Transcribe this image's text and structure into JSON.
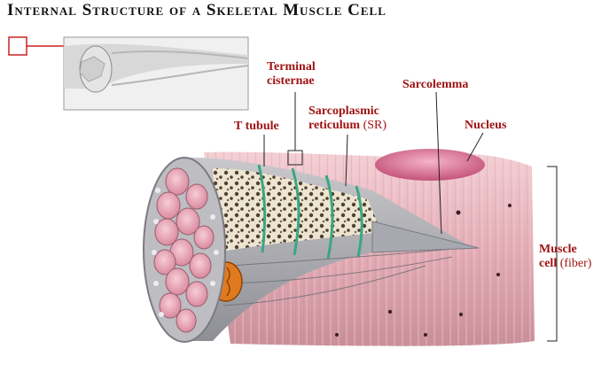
{
  "title": "Internal Structure of a Skeletal Muscle Cell",
  "labels": {
    "terminal_cisternae_1": "Terminal",
    "terminal_cisternae_2": "cisternae",
    "sarcolemma": "Sarcolemma",
    "t_tubule": "T tubule",
    "sr_1": "Sarcoplasmic",
    "sr_2": "reticulum",
    "sr_3": "(SR)",
    "nucleus": "Nucleus",
    "muscle_cell_1": "Muscle",
    "muscle_cell_2": "cell",
    "muscle_cell_3": "(fiber)"
  },
  "colors": {
    "label": "#a01313",
    "sarcolemma": "#e8b8c0",
    "myofibril": "#e9aab8",
    "mitochondrion": "#e07a1f"
  }
}
